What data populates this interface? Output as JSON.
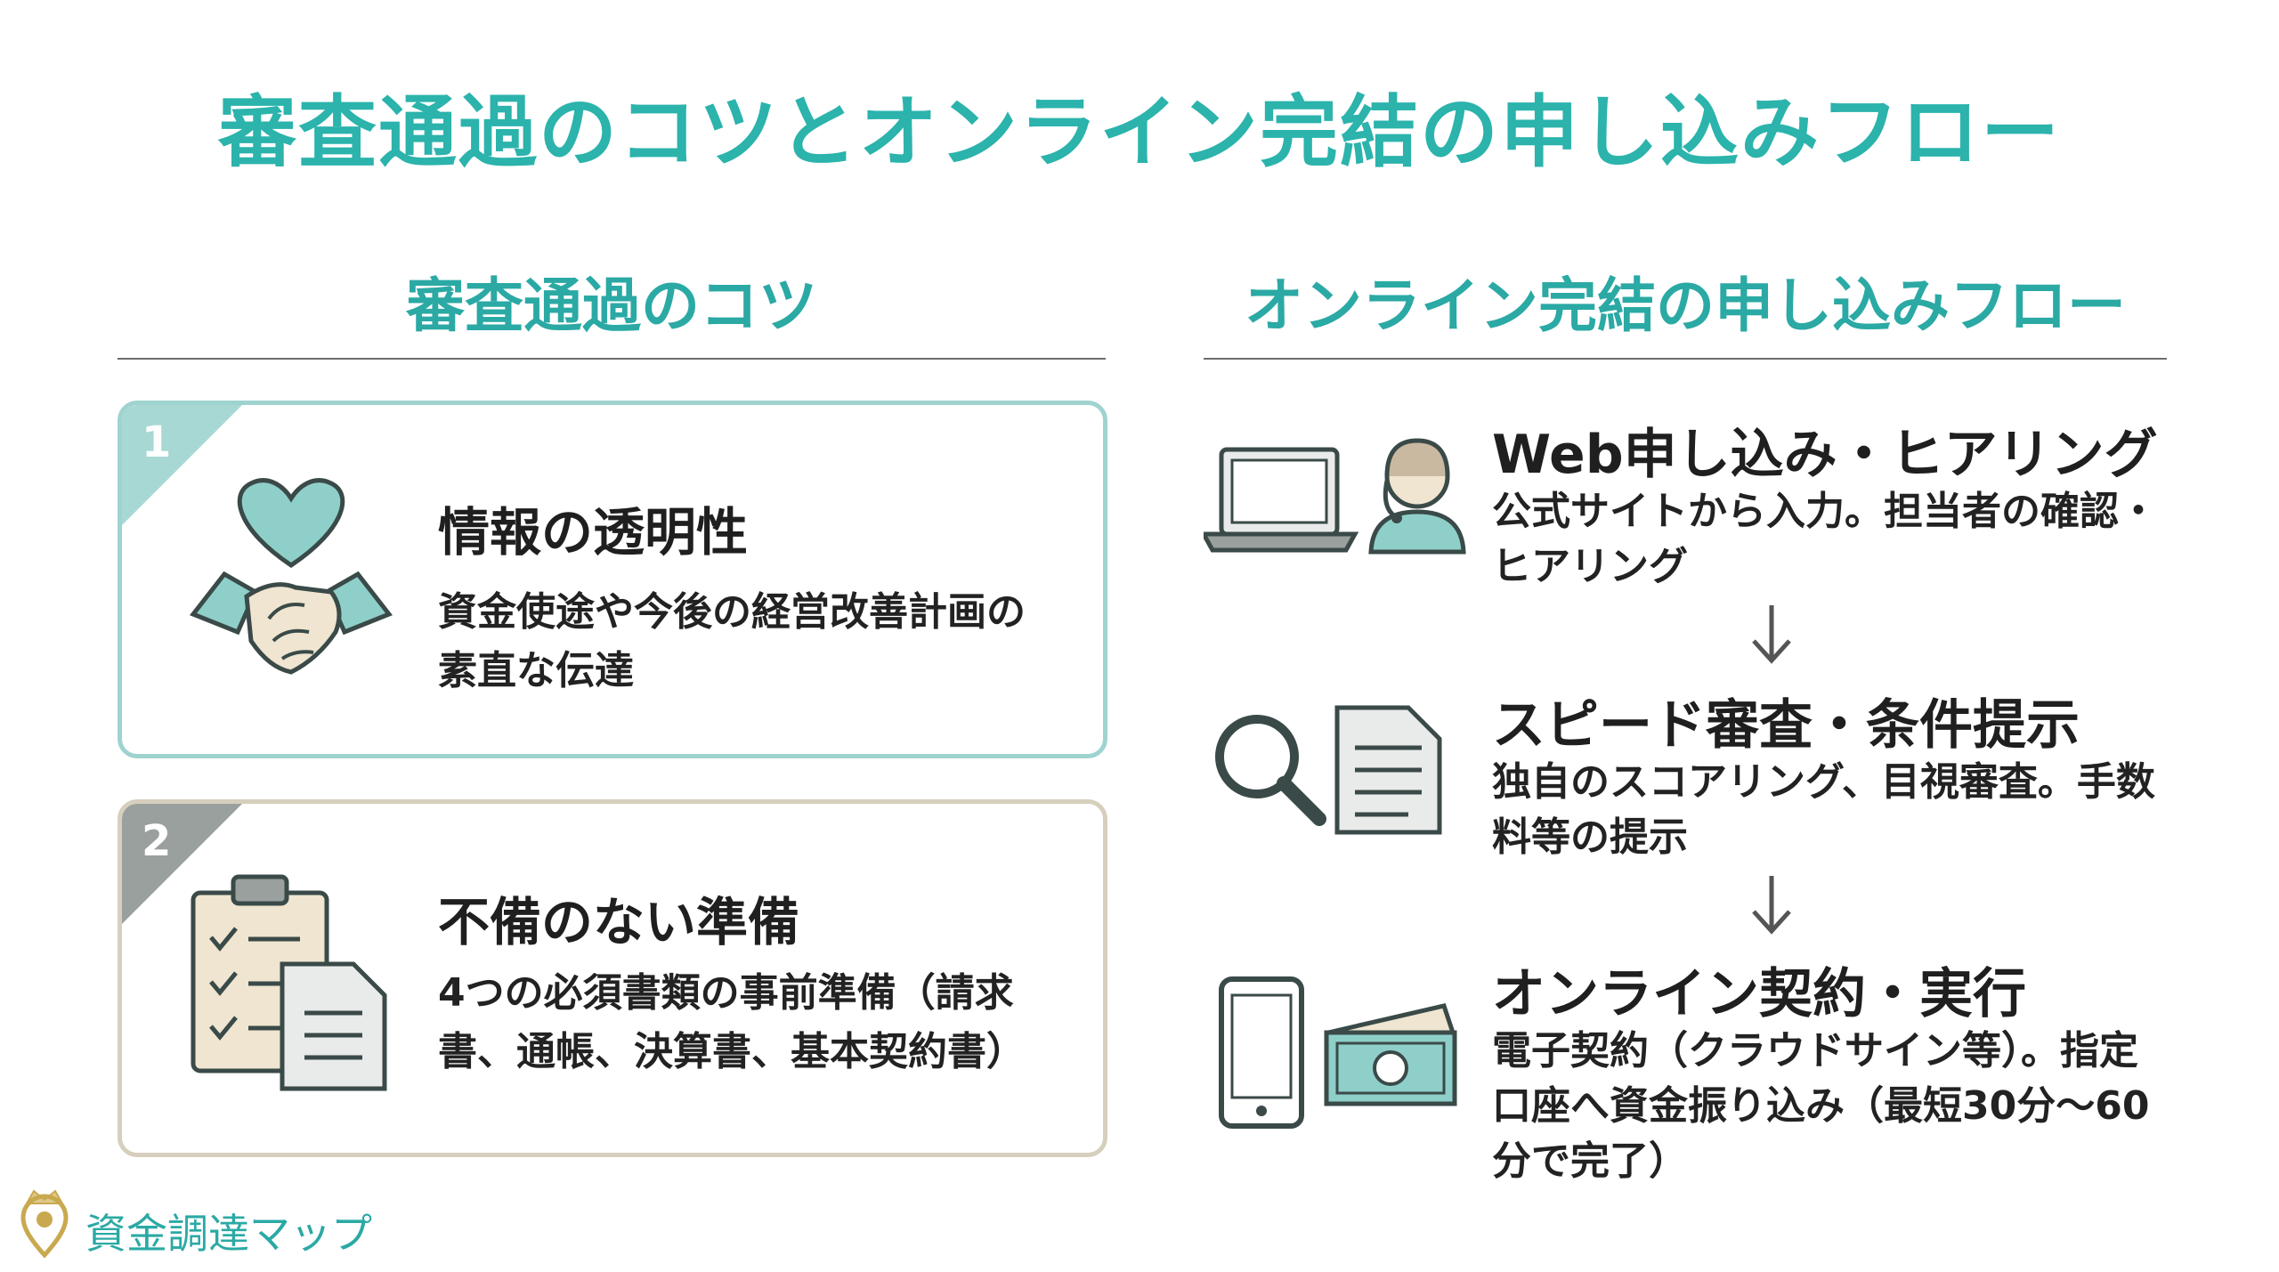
{
  "title": "審査通過のコツとオンライン完結の申し込みフロー",
  "left_section": {
    "title": "審査通過のコツ",
    "cards": [
      {
        "number": "1",
        "icon": "heart-handshake-icon",
        "heading": "情報の透明性",
        "text": "資金使途や今後の経営改善計画の素直な伝達"
      },
      {
        "number": "2",
        "icon": "checklist-documents-icon",
        "heading": "不備のない準備",
        "text": "4つの必須書類の事前準備（請求書、通帳、決算書、基本契約書）"
      }
    ]
  },
  "right_section": {
    "title": "オンライン完結の申し込みフロー",
    "steps": [
      {
        "icons": [
          "laptop-icon",
          "operator-icon"
        ],
        "heading": "Web申し込み・ヒアリング",
        "text": "公式サイトから入力。担当者の確認・ヒアリング"
      },
      {
        "icons": [
          "magnifier-icon",
          "document-icon"
        ],
        "heading": "スピード審査・条件提示",
        "text": "独自のスコアリング、目視審査。手数料等の提示"
      },
      {
        "icons": [
          "smartphone-icon",
          "money-icon"
        ],
        "heading": "オンライン契約・実行",
        "text": "電子契約（クラウドサイン等）。指定口座へ資金振り込み（最短30分〜60分で完了）"
      }
    ]
  },
  "logo": {
    "text": "資金調達マップ",
    "icon": "crown-pin-icon"
  },
  "colors": {
    "accent": "#2bb3ac",
    "card1_border": "#9fd3cf",
    "card2_border": "#d7cfbd",
    "teal_fill": "#8fcfc9",
    "beige_fill": "#efe5d0"
  }
}
